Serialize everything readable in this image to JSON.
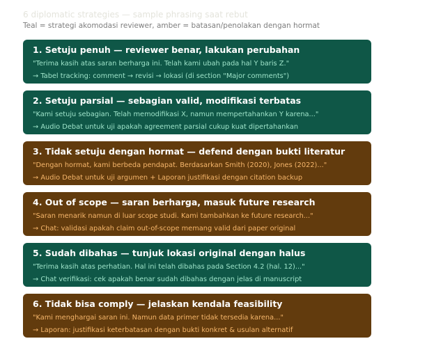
{
  "header": {
    "title": "6 diplomatic strategies — sample phrasing saat rebut",
    "subtitle": "Teal = strategi akomodasi reviewer, amber = batasan/penolakan dengan hormat"
  },
  "colors": {
    "teal": "#0f5747",
    "amber": "#623b0d",
    "teal_text": "#9ee3c9",
    "amber_text": "#f6b66b"
  },
  "strategies": [
    {
      "heading": "1. Setuju penuh — reviewer benar, lakukan perubahan",
      "quote": "\"Terima kasih atas saran berharga ini. Telah kami ubah pada hal Y baris Z.\"",
      "note": "→ Tabel tracking: comment → revisi → lokasi (di section \"Major comments\")",
      "tone": "teal"
    },
    {
      "heading": "2. Setuju parsial — sebagian valid, modifikasi terbatas",
      "quote": "\"Kami setuju sebagian. Telah memodifikasi X, namun mempertahankan Y karena...\"",
      "note": "→ Audio Debat untuk uji apakah agreement parsial cukup kuat dipertahankan",
      "tone": "teal"
    },
    {
      "heading": "3. Tidak setuju dengan hormat — defend dengan bukti literatur",
      "quote": "\"Dengan hormat, kami berbeda pendapat. Berdasarkan Smith (2020), Jones (2022)...\"",
      "note": "→ Audio Debat untuk uji argumen + Laporan justifikasi dengan citation backup",
      "tone": "amber"
    },
    {
      "heading": "4. Out of scope — saran berharga, masuk future research",
      "quote": "\"Saran menarik namun di luar scope studi. Kami tambahkan ke future research...\"",
      "note": "→ Chat: validasi apakah claim out-of-scope memang valid dari paper original",
      "tone": "amber"
    },
    {
      "heading": "5. Sudah dibahas — tunjuk lokasi original dengan halus",
      "quote": "\"Terima kasih atas perhatian. Hal ini telah dibahas pada Section 4.2 (hal. 12)...\"",
      "note": "→ Chat verifikasi: cek apakah benar sudah dibahas dengan jelas di manuscript",
      "tone": "teal"
    },
    {
      "heading": "6. Tidak bisa comply — jelaskan kendala feasibility",
      "quote": "\"Kami menghargai saran ini. Namun data primer tidak tersedia karena...\"",
      "note": "→ Laporan: justifikasi keterbatasan dengan bukti konkret & usulan alternatif",
      "tone": "amber"
    }
  ]
}
